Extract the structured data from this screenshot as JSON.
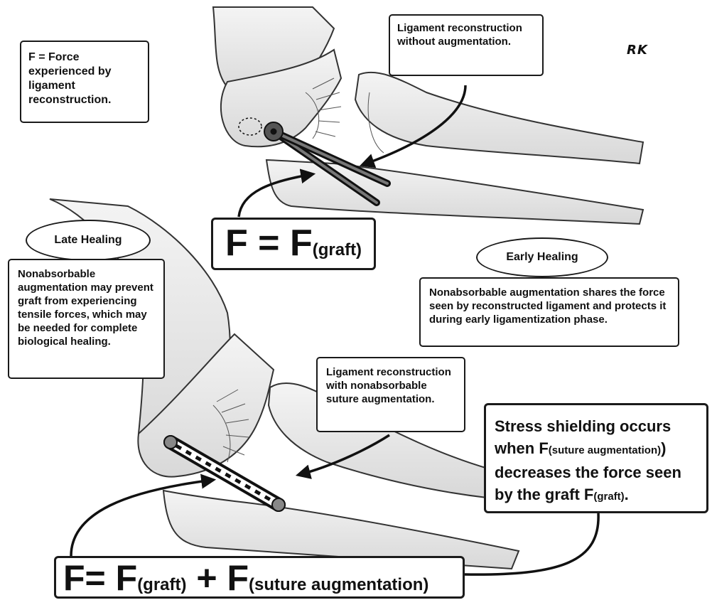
{
  "signature": "RK",
  "force_definition": "F = Force experienced by ligament reconstruction.",
  "top_callout": "Ligament reconstruction without augmentation.",
  "top_equation": {
    "lhs": "F = F",
    "sub": "(graft)"
  },
  "late_healing": {
    "title": "Late Healing",
    "text": "Nonabsorbable augmentation may prevent graft from experiencing tensile forces, which may be needed for complete biological healing."
  },
  "early_healing": {
    "title": "Early Healing",
    "text": "Nonabsorbable augmentation shares the force seen by reconstructed ligament and protects it during early ligamentization phase."
  },
  "bottom_callout": "Ligament reconstruction with nonabsorbable suture augmentation.",
  "stress_shielding": {
    "line1": "Stress shielding occurs",
    "line2_pre": "when F",
    "line2_sub": "(suture augmentation)",
    "line2_post": ")",
    "line3": "decreases the force seen",
    "line4_pre": "by the graft F",
    "line4_sub": "(graft)",
    "line4_post": "."
  },
  "bottom_equation": {
    "part1": "F= F",
    "sub1": "(graft)",
    "plus": " + F",
    "sub2": "(suture augmentation)"
  }
}
